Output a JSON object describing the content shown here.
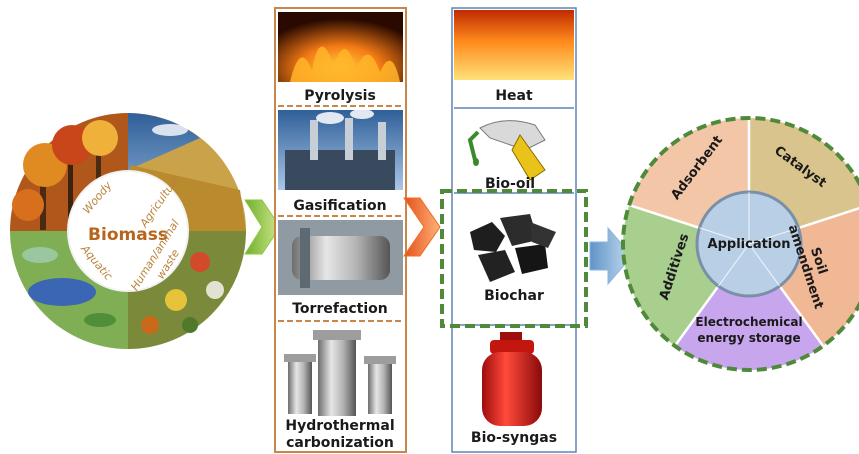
{
  "biomass": {
    "center_label": "Biomass",
    "sources": [
      "Woody",
      "Agriculture",
      "Aquatic",
      "Human/animal",
      "waste"
    ]
  },
  "processes": [
    "Pyrolysis",
    "Gasification",
    "Torrefaction",
    "Hydrothermal",
    "carbonization"
  ],
  "products": [
    "Heat",
    "Bio-oil",
    "Biochar",
    "Bio-syngas"
  ],
  "applications": {
    "center_label": "Application",
    "items": [
      "Adsorbent",
      "Catalyst",
      "Soil",
      "amendment",
      "Electrochemical",
      "energy storage",
      "Additives"
    ]
  },
  "colors": {
    "arrow_green": "#8ec63f",
    "arrow_orange": "#f26b21",
    "arrow_blue": "#8bb6dd",
    "process_border": "#c8864a",
    "dashed_green": "#4f8a3a",
    "adsorbent": "#f4c6a8",
    "catalyst": "#d8c48c",
    "soil": "#f1b896",
    "electrochemical": "#c8a6ee",
    "additives": "#a9cf8e",
    "center": "#b9cfe6"
  }
}
